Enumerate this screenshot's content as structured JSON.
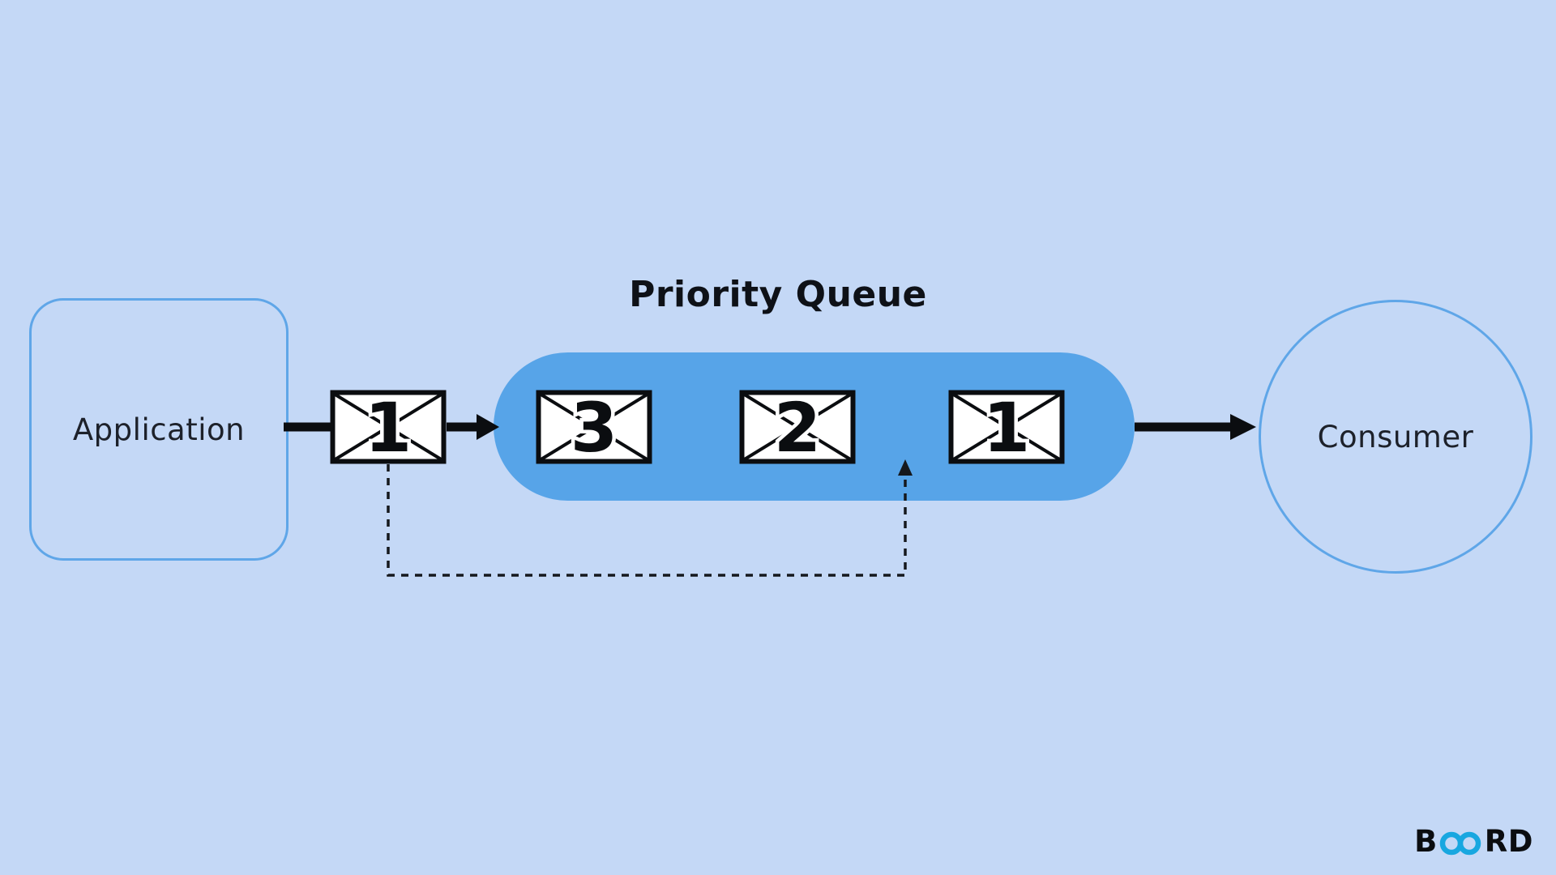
{
  "title": "Priority Queue",
  "application": {
    "label": "Application"
  },
  "consumer": {
    "label": "Consumer"
  },
  "incoming_message": {
    "priority": "1"
  },
  "queue": {
    "messages": [
      {
        "priority": "3"
      },
      {
        "priority": "2"
      },
      {
        "priority": "1"
      }
    ]
  },
  "logo": {
    "prefix": "B",
    "suffix": "RD"
  },
  "colors": {
    "background": "#c4d8f6",
    "queue_fill": "#57a4e8",
    "node_border": "#5fa6e8",
    "ink": "#0e1117",
    "logo_accent": "#18a7e0"
  }
}
